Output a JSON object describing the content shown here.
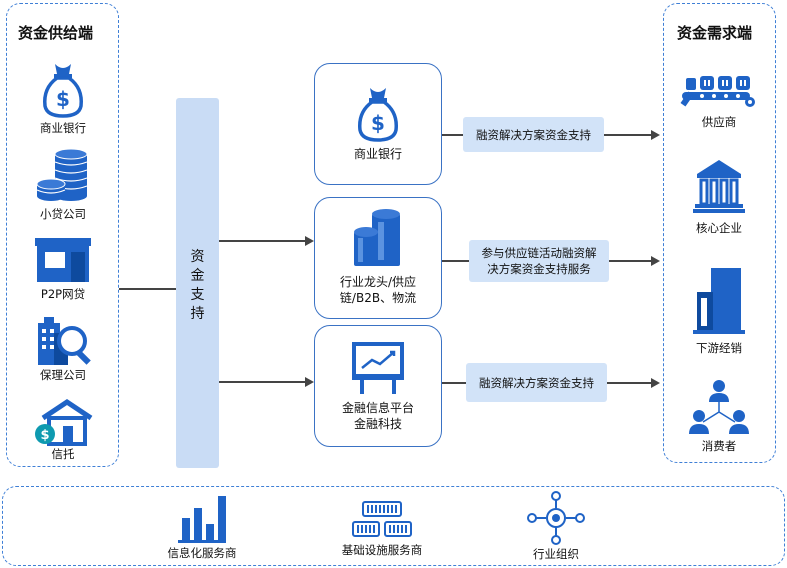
{
  "supply_panel": {
    "title": "资金供给端",
    "items": [
      {
        "label": "商业银行",
        "icon": "money-bag-icon"
      },
      {
        "label": "小贷公司",
        "icon": "coin-stack-icon"
      },
      {
        "label": "P2P网贷",
        "icon": "shop-icon"
      },
      {
        "label": "保理公司",
        "icon": "building-search-icon"
      },
      {
        "label": "信托",
        "icon": "house-coin-icon"
      }
    ]
  },
  "support_bar": {
    "label": "资\n金\n支\n持"
  },
  "center_cards": [
    {
      "label": "商业银行",
      "icon": "money-bag-icon"
    },
    {
      "label": "行业龙头/供应\n链/B2B、物流",
      "icon": "storage-tank-icon"
    },
    {
      "label": "金融信息平台\n金融科技",
      "icon": "chart-board-icon"
    }
  ],
  "flow_pills": [
    {
      "text": "融资解决方案资金支持"
    },
    {
      "text": "参与供应链活动融资解\n决方案资金支持服务"
    },
    {
      "text": "融资解决方案资金支持"
    }
  ],
  "demand_panel": {
    "title": "资金需求端",
    "items": [
      {
        "label": "供应商",
        "icon": "conveyor-gear-icon"
      },
      {
        "label": "核心企业",
        "icon": "bank-building-icon"
      },
      {
        "label": "下游经销",
        "icon": "office-tower-icon"
      },
      {
        "label": "消费者",
        "icon": "people-network-icon"
      }
    ]
  },
  "bottom_panel": {
    "items": [
      {
        "label": "信息化服务商",
        "icon": "bar-chart-icon"
      },
      {
        "label": "基础设施服务商",
        "icon": "server-rack-icon"
      },
      {
        "label": "行业组织",
        "icon": "network-nodes-icon"
      }
    ]
  },
  "colors": {
    "primary": "#1f63c6",
    "light_blue": "#c9dcf5",
    "border": "#3f7fd6"
  }
}
